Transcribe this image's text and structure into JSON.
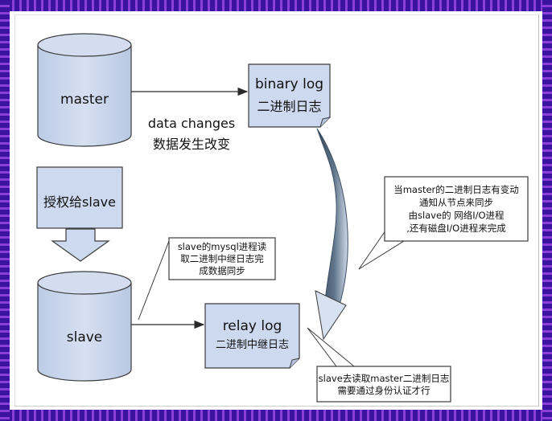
{
  "nodes": {
    "master": "master",
    "slave": "slave",
    "binary_log_en": "binary log",
    "binary_log_zh": "二进制日志",
    "relay_log_en": "relay log",
    "relay_log_zh": "二进制中继日志",
    "grant": "授权给slave"
  },
  "edges": {
    "data_changes_en": "data changes",
    "data_changes_zh": "数据发生改变"
  },
  "notes": {
    "slave_sync": [
      "slave的mysql进程读",
      "取二进制中继日志完",
      "成数据同步"
    ],
    "master_notify": [
      "当master的二进制日志有变动",
      "通知从节点来同步",
      "由slave的 网络I/O进程",
      ",还有磁盘I/O进程来完成"
    ],
    "slave_read": [
      "slave去读取master二进制日志",
      "需要通过身份认证才行"
    ]
  },
  "colors": {
    "fill": "#cdd9ee",
    "stroke": "#3b3b3b",
    "frame": "#3a14a0",
    "curve_dark": "#3e5065"
  }
}
